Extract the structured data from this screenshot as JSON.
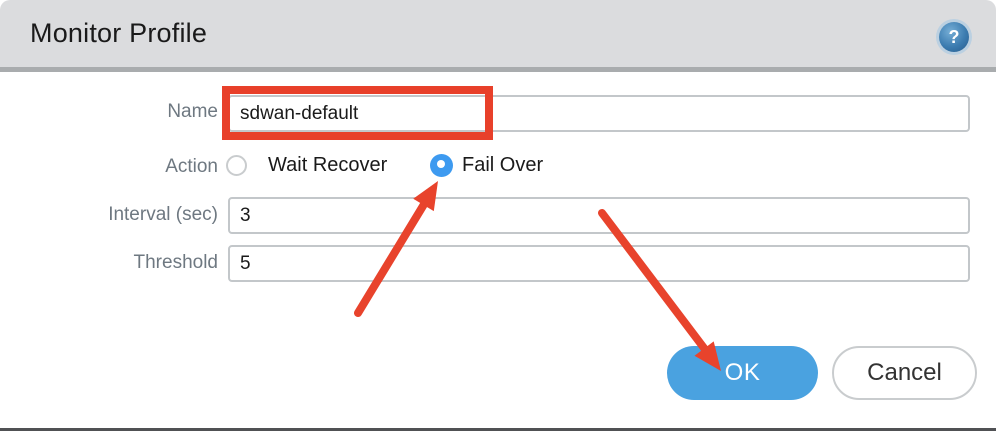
{
  "dialog": {
    "title": "Monitor Profile",
    "help_icon_glyph": "?",
    "fields": {
      "name": {
        "label": "Name",
        "value": "sdwan-default"
      },
      "action": {
        "label": "Action",
        "options": [
          {
            "label": "Wait Recover",
            "selected": false
          },
          {
            "label": "Fail Over",
            "selected": true
          }
        ]
      },
      "interval": {
        "label": "Interval (sec)",
        "value": "3"
      },
      "threshold": {
        "label": "Threshold",
        "value": "5"
      }
    },
    "buttons": {
      "ok": "OK",
      "cancel": "Cancel"
    }
  },
  "annotations": {
    "color": "#e8432c",
    "highlight_color": "#e8402a",
    "highlight_target": "name-input",
    "arrow_targets": [
      "fail-over-radio",
      "ok-button"
    ]
  },
  "colors": {
    "header_bg": "#dbdcde",
    "header_divider": "#a9acae",
    "label_text": "#6e7881",
    "value_text": "#1a1a1a",
    "input_border": "#c3c7ca",
    "ok_button_bg": "#4aa2e0",
    "ok_button_text": "#ffffff",
    "cancel_border": "#c9ccce",
    "radio_selected_blue": "#3d9af0",
    "help_icon_blue": "#3c7cb0",
    "bottom_border": "#505154"
  }
}
